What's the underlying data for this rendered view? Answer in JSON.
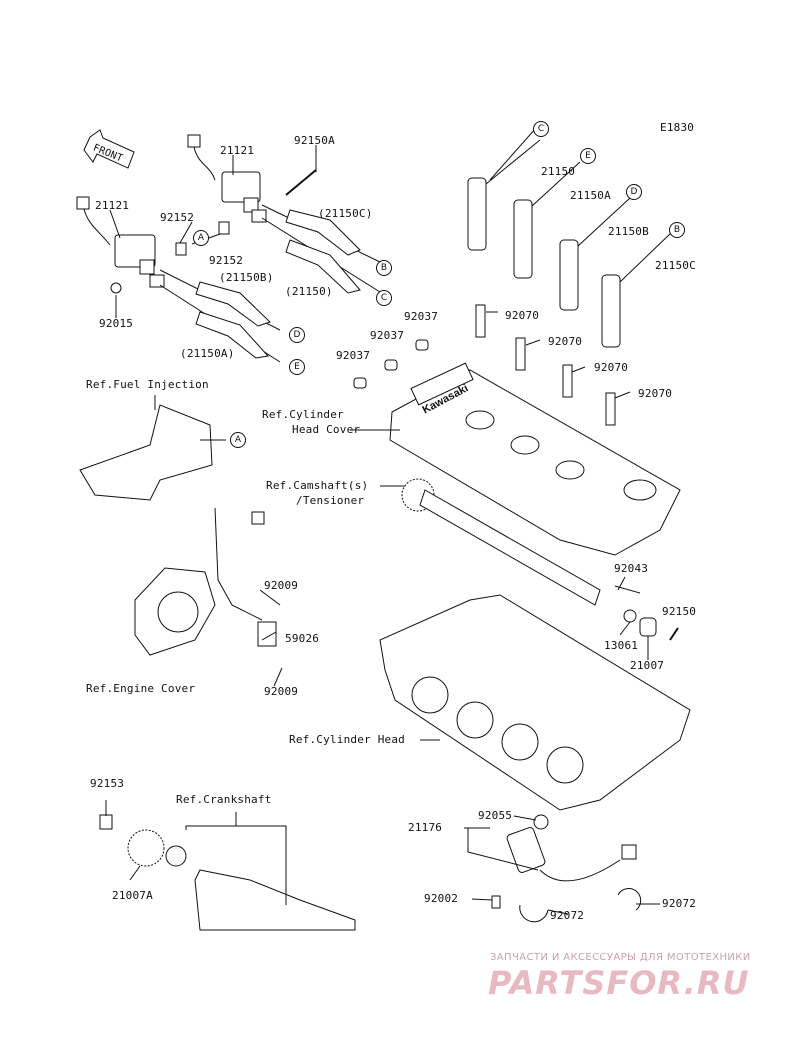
{
  "diagram_code": "E1830",
  "front_arrow": "FRONT",
  "part_numbers": {
    "p21121_a": "21121",
    "p21121_b": "21121",
    "p92150A_top": "92150A",
    "p92152_a": "92152",
    "p92152_b": "92152",
    "p21150C_paren": "(21150C)",
    "p21150B_paren": "(21150B)",
    "p21150_paren": "(21150)",
    "p21150A_paren": "(21150A)",
    "p92015": "92015",
    "p92037_a": "92037",
    "p92037_b": "92037",
    "p92037_c": "92037",
    "p21150": "21150",
    "p21150A": "21150A",
    "p21150B": "21150B",
    "p21150C": "21150C",
    "p92070_a": "92070",
    "p92070_b": "92070",
    "p92070_c": "92070",
    "p92070_d": "92070",
    "p92009_a": "92009",
    "p59026": "59026",
    "p92009_b": "92009",
    "p92043": "92043",
    "p92150": "92150",
    "p13061": "13061",
    "p21007": "21007",
    "p92153": "92153",
    "p21007A": "21007A",
    "p21176": "21176",
    "p92055": "92055",
    "p92002": "92002",
    "p92072_a": "92072",
    "p92072_b": "92072"
  },
  "references": {
    "fuel_injection": "Ref.Fuel Injection",
    "cylinder_head_cover_1": "Ref.Cylinder",
    "cylinder_head_cover_2": "Head Cover",
    "camshaft_1": "Ref.Camshaft(s)",
    "camshaft_2": "/Tensioner",
    "engine_cover": "Ref.Engine Cover",
    "cylinder_head": "Ref.Cylinder Head",
    "crankshaft": "Ref.Crankshaft"
  },
  "callouts": {
    "A1": "A",
    "A2": "A",
    "B1": "B",
    "B2": "B",
    "C1": "C",
    "C2": "C",
    "D1": "D",
    "D2": "D",
    "E1": "E",
    "E2": "E"
  },
  "cover_brand": "Kawasaki",
  "watermark": {
    "line1": "ЗАПЧАСТИ И АКСЕССУАРЫ ДЛЯ МОТОТЕХНИКИ",
    "line2": "PARTSFOR.RU"
  }
}
